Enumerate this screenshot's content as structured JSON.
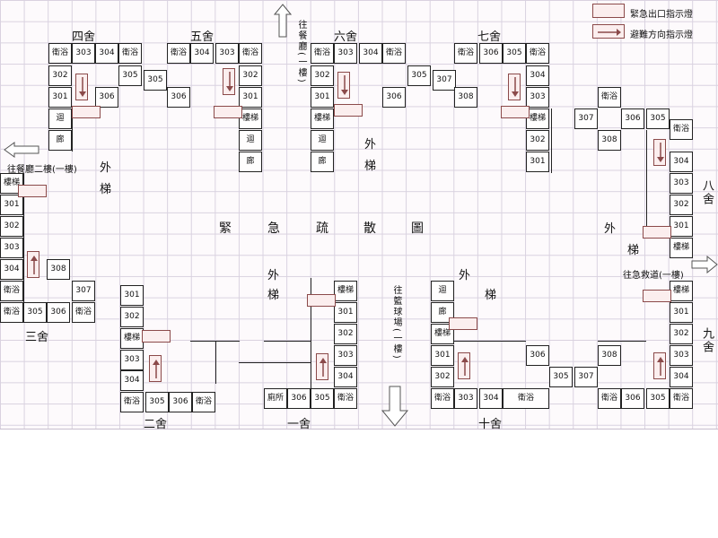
{
  "legend": {
    "exit_label": "緊急出口指示燈",
    "evac_label": "避難方向指示燈"
  },
  "center_title": [
    "緊",
    "急",
    "疏",
    "散",
    "圖"
  ],
  "buildings": {
    "b1": "一舍",
    "b2": "二舍",
    "b3": "三舍",
    "b4": "四舍",
    "b5": "五舍",
    "b6": "六舍",
    "b7": "七舍",
    "b8": "八舍",
    "b9": "九舍",
    "b10": "十舍"
  },
  "directions": {
    "to_hall": "往餐廳二樓(一樓)",
    "to_cafeteria": "往餐廳(一樓)",
    "to_parking": "往籃球場(一樓)",
    "to_road": "往急救道(一樓)"
  },
  "words": {
    "out": "外",
    "stair": "梯",
    "corr1": "迴",
    "corr2": "廊",
    "stairwell": "樓梯",
    "bath": "衛浴",
    "wc": "廁所"
  },
  "rooms": {
    "r301": "301",
    "r302": "302",
    "r303": "303",
    "r304": "304",
    "r305": "305",
    "r306": "306",
    "r307": "307",
    "r308": "308"
  },
  "colors": {
    "indicator_border": "#8b4a4a",
    "indicator_fill": "#fbeeee",
    "grid": "#d9d2e0"
  }
}
